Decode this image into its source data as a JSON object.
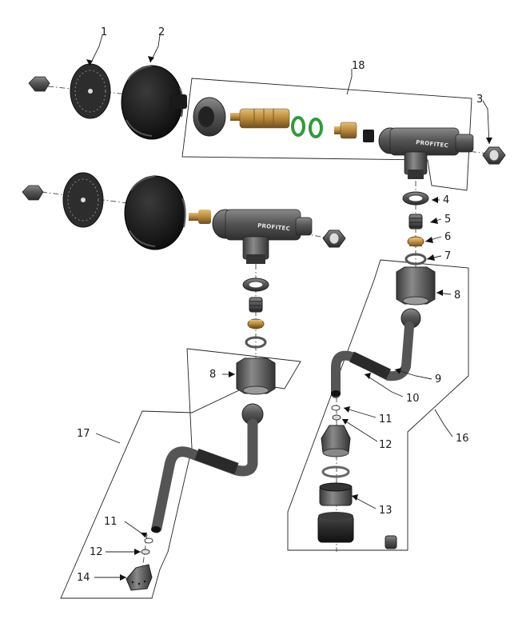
{
  "brand_text": "PROFITEC",
  "callouts": {
    "c1": "1",
    "c2": "2",
    "c3": "3",
    "c4": "4",
    "c5": "5",
    "c6": "6",
    "c7": "7",
    "c8a": "8",
    "c8b": "8",
    "c9": "9",
    "c10": "10",
    "c11a": "11",
    "c11b": "11",
    "c12a": "12",
    "c12b": "12",
    "c13": "13",
    "c14": "14",
    "c16": "16",
    "c17": "17",
    "c18": "18"
  },
  "colors": {
    "dark_part": "#2b2b2b",
    "grey_part": "#5a5a5a",
    "brass": "#b8893a",
    "green_oring": "#2e9b3a",
    "line": "#222222"
  }
}
